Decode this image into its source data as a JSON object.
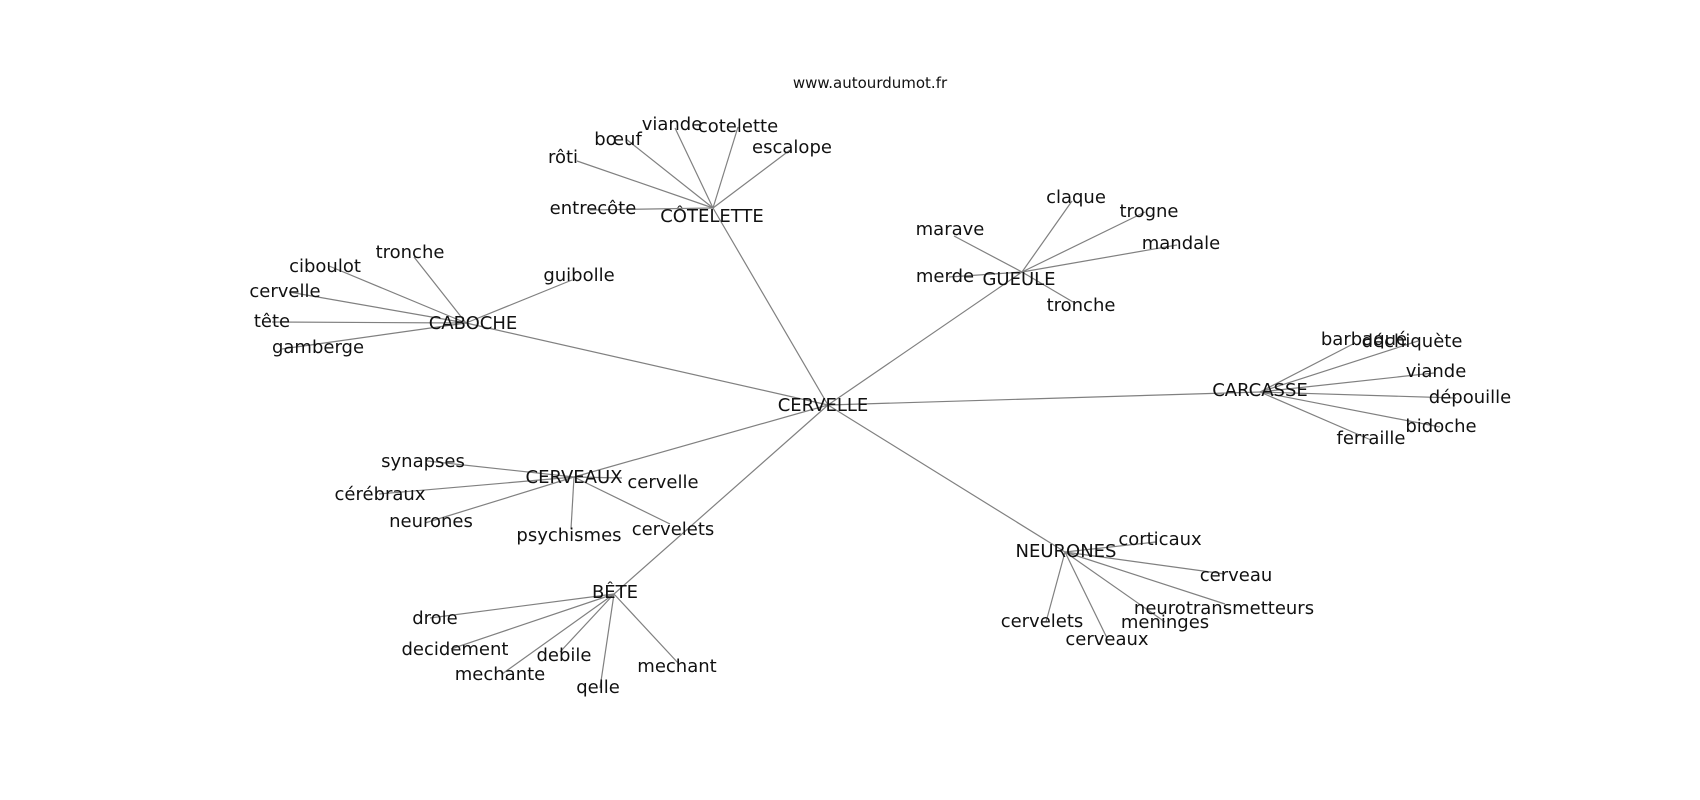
{
  "source_label": "www.autourdumot.fr",
  "center": "CERVELLE",
  "clusters": [
    {
      "id": "cotelette",
      "label": "CÔTELETTE",
      "words": [
        "rôti",
        "bœuf",
        "viande",
        "cotelette",
        "escalope",
        "entrecôte"
      ]
    },
    {
      "id": "gueule",
      "label": "GUEULE",
      "words": [
        "marave",
        "claque",
        "trogne",
        "mandale",
        "merde",
        "tronche"
      ]
    },
    {
      "id": "caboche",
      "label": "CABOCHE",
      "words": [
        "tronche",
        "ciboulot",
        "cervelle",
        "tête",
        "gamberge",
        "guibolle"
      ]
    },
    {
      "id": "carcasse",
      "label": "CARCASSE",
      "words": [
        "barbaqué",
        "déchiquète",
        "viande",
        "dépouille",
        "bidoche",
        "ferraille"
      ]
    },
    {
      "id": "cerveaux",
      "label": "CERVEAUX",
      "words": [
        "synapses",
        "cérébraux",
        "neurones",
        "psychismes",
        "cervelle",
        "cervelets"
      ]
    },
    {
      "id": "bete",
      "label": "BÊTE",
      "words": [
        "drole",
        "decidement",
        "debile",
        "mechante",
        "qelle",
        "mechant"
      ]
    },
    {
      "id": "neurones",
      "label": "NEURONES",
      "words": [
        "corticaux",
        "cerveau",
        "neurotransmetteurs",
        "meninges",
        "cervelets",
        "cerveaux"
      ]
    }
  ]
}
